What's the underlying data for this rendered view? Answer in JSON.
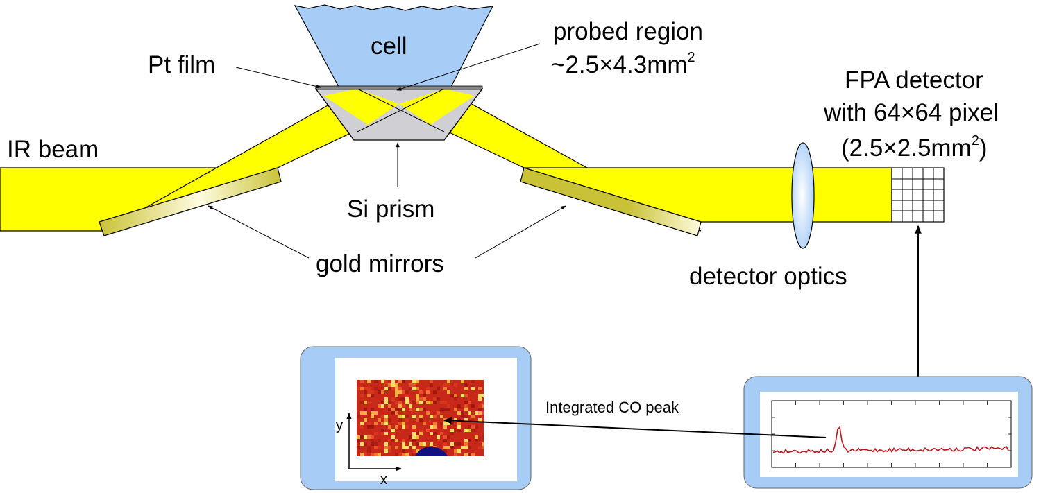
{
  "labels": {
    "cell": "cell",
    "pt_film": "Pt film",
    "probed_region_line1": "probed region",
    "probed_region_line2": "~2.5×4.3mm",
    "probed_region_sup": "2",
    "ir_beam": "IR beam",
    "si_prism": "Si prism",
    "gold_mirrors": "gold mirrors",
    "detector_line1": "FPA detector",
    "detector_line2": "with 64×64 pixel",
    "detector_line3": "(2.5×2.5mm",
    "detector_sup": "2",
    "detector_line3_end": ")",
    "detector_optics": "detector optics",
    "integrated_co_peak": "Integrated CO peak",
    "axis_x": "x",
    "axis_y": "y"
  },
  "colors": {
    "cell": "#a7cdf7",
    "beam": "#ffff00",
    "prism": "#d0d0d4",
    "mirror": "#c9c237",
    "panel": "#a7cdf7",
    "image_bg": "#c8281a",
    "spectrum": "#c0141e"
  }
}
